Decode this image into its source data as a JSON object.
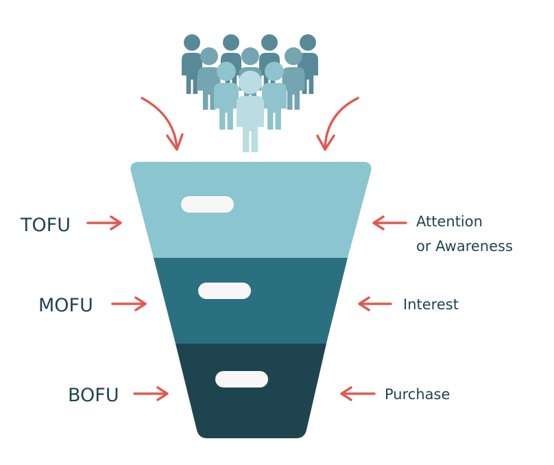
{
  "colors": {
    "tofu": "#8ac5d0",
    "mofu": "#2b7080",
    "bofu": "#1e4450",
    "arrow": "#e05a51",
    "text": "#1e4450",
    "pill": "#f7f7f7",
    "person_back": "#588996",
    "person_mid": "#74a5b1",
    "person_front": "#8fc3cd",
    "person_center": "#b9dde3"
  },
  "stages": [
    {
      "label": "TOFU",
      "description_lines": [
        "Attention",
        "or Awareness"
      ]
    },
    {
      "label": "MOFU",
      "description_lines": [
        "Interest"
      ]
    },
    {
      "label": "BOFU",
      "description_lines": [
        "Purchase"
      ]
    }
  ],
  "icons": {
    "crowd": "people-crowd-icon",
    "incoming": "curved-arrow-icon",
    "pointer": "arrow-icon"
  }
}
